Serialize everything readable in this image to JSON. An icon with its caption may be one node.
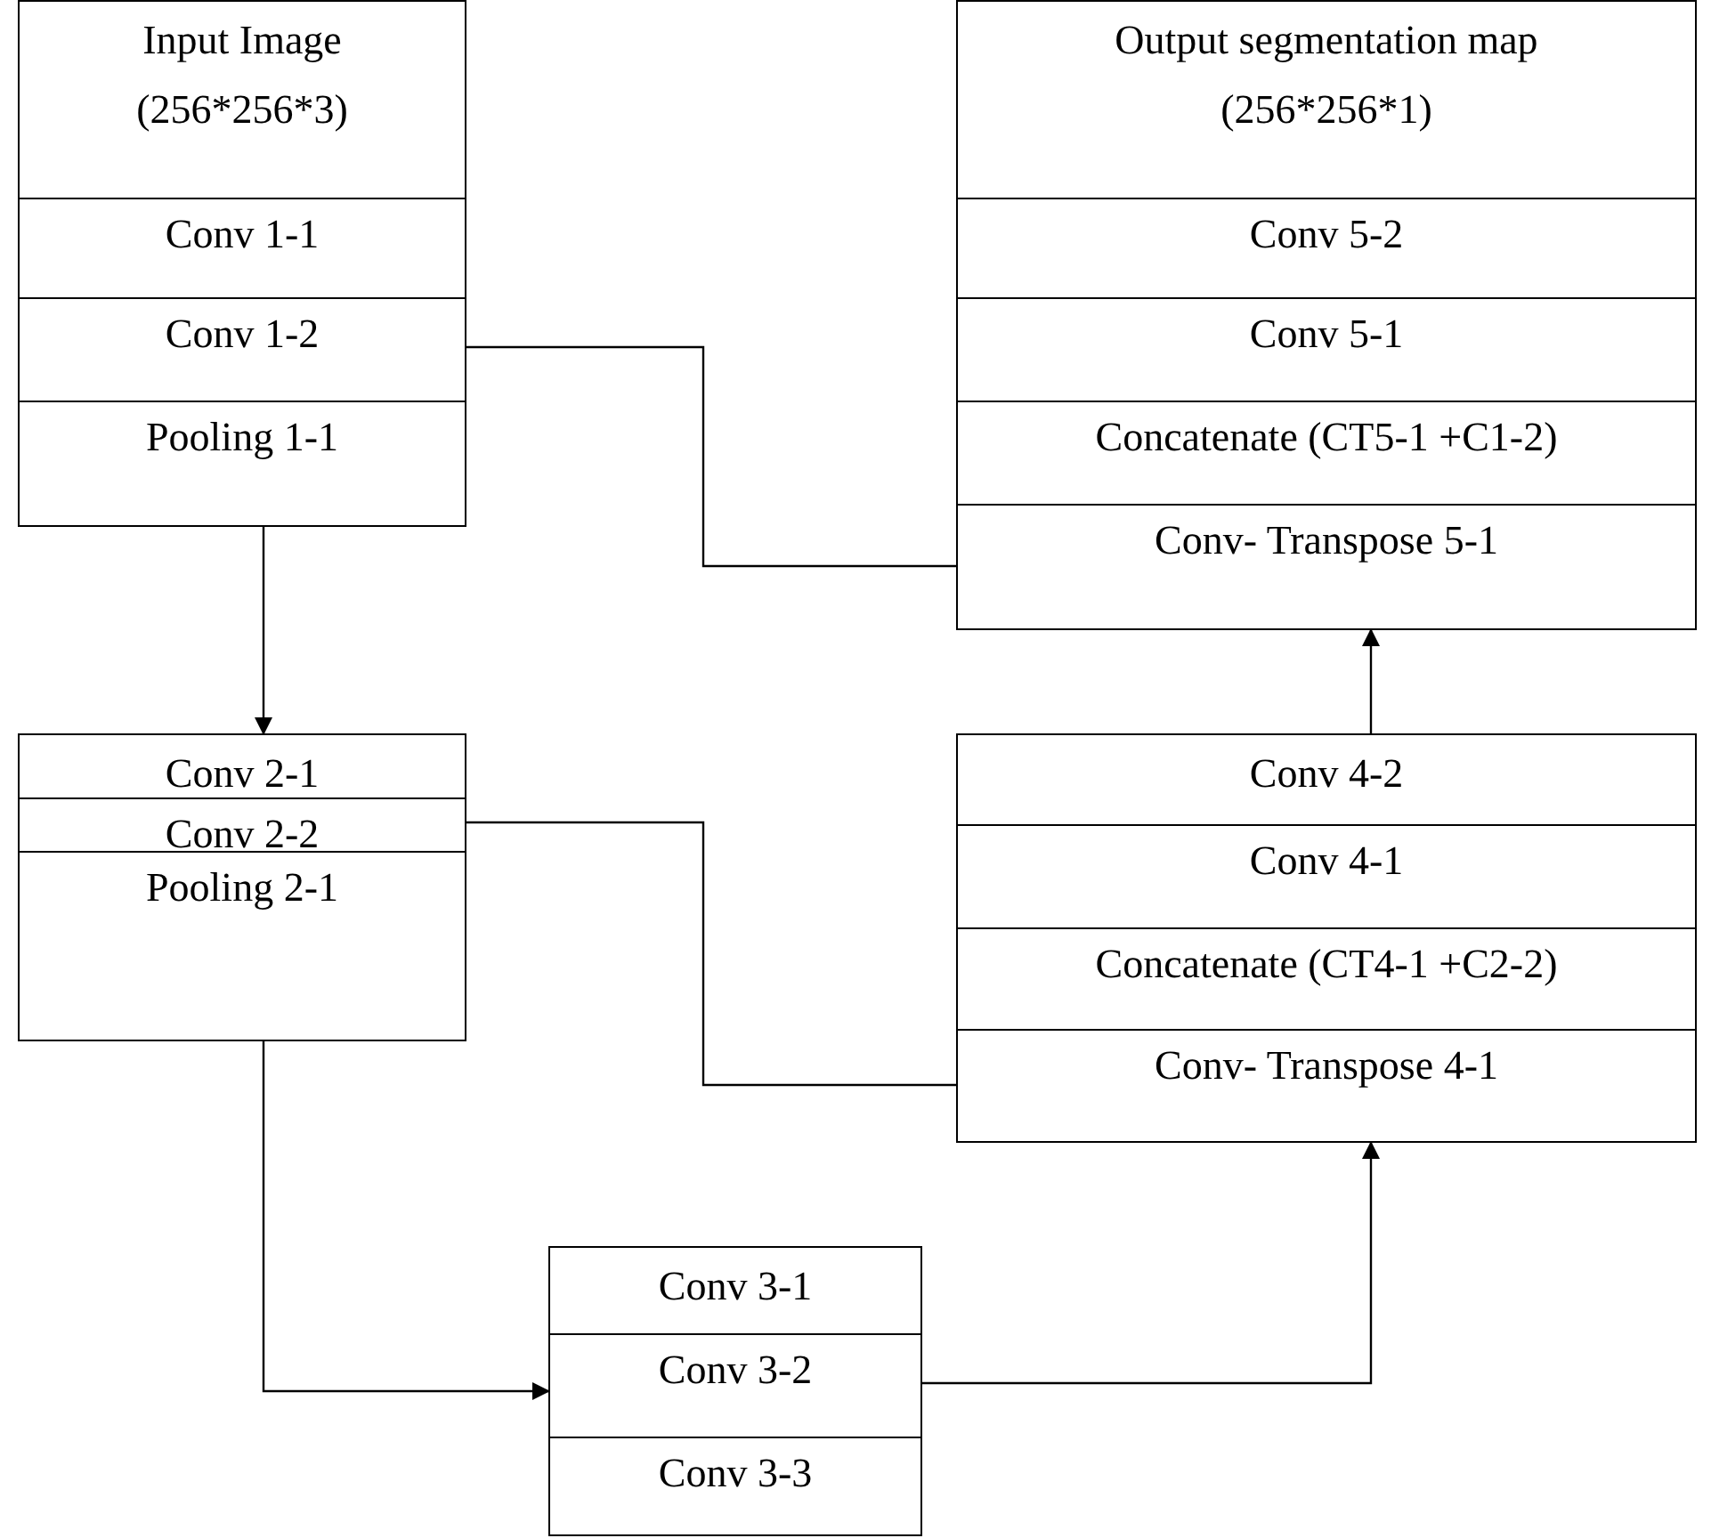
{
  "diagram": {
    "nodes": [
      {
        "text": [],
        "shape": "box"
      },
      {
        "text": [
          "Input Image",
          "(256*256*3)"
        ],
        "in": 0
      },
      {
        "text": [
          "Conv 1-1"
        ],
        "in": 0
      },
      {
        "text": [
          "Conv 1-2"
        ],
        "in": 0
      },
      {
        "text": [
          "Pooling 1-1"
        ],
        "in": 0
      },
      {
        "text": [],
        "shape": "box"
      },
      {
        "text": [
          "Output segmentation map",
          "(256*256*1)"
        ],
        "in": 5
      },
      {
        "text": [
          "Conv 5-2"
        ],
        "in": 5
      },
      {
        "text": [
          "Conv 5-1"
        ],
        "in": 5
      },
      {
        "text": [
          "Concatenate (CT5-1 +C1-2)"
        ],
        "in": 5
      },
      {
        "text": [
          "Conv- Transpose 5-1"
        ],
        "in": 5
      },
      {
        "text": [],
        "shape": "box"
      },
      {
        "text": [
          "Conv 2-1"
        ],
        "in": 11
      },
      {
        "text": [
          "Conv 2-2"
        ],
        "in": 11
      },
      {
        "text": [
          "Pooling 2-1"
        ],
        "in": 11
      },
      {
        "text": [],
        "shape": "box"
      },
      {
        "text": [
          "Conv 4-2"
        ],
        "in": 15
      },
      {
        "text": [
          "Conv 4-1"
        ],
        "in": 15
      },
      {
        "text": [
          "Concatenate (CT4-1 +C2-2)"
        ],
        "in": 15
      },
      {
        "text": [
          "Conv- Transpose 4-1"
        ],
        "in": 15
      },
      {
        "text": [],
        "shape": "box"
      },
      {
        "text": [
          "Conv 3-1"
        ],
        "in": 20
      },
      {
        "text": [
          "Conv 3-2"
        ],
        "in": 20
      },
      {
        "text": [
          "Conv 3-3"
        ],
        "in": 20
      }
    ],
    "edges": [
      {
        "from": 3,
        "to": 10,
        "arrow": "none"
      },
      {
        "from": 0,
        "to": 11,
        "arrow": "to"
      },
      {
        "from": 15,
        "to": 5,
        "arrow": "to"
      },
      {
        "from": 13,
        "to": 19,
        "arrow": "none"
      },
      {
        "from": 11,
        "to": 20,
        "arrow": "to"
      },
      {
        "from": 22,
        "to": 15,
        "arrow": "to"
      }
    ]
  }
}
